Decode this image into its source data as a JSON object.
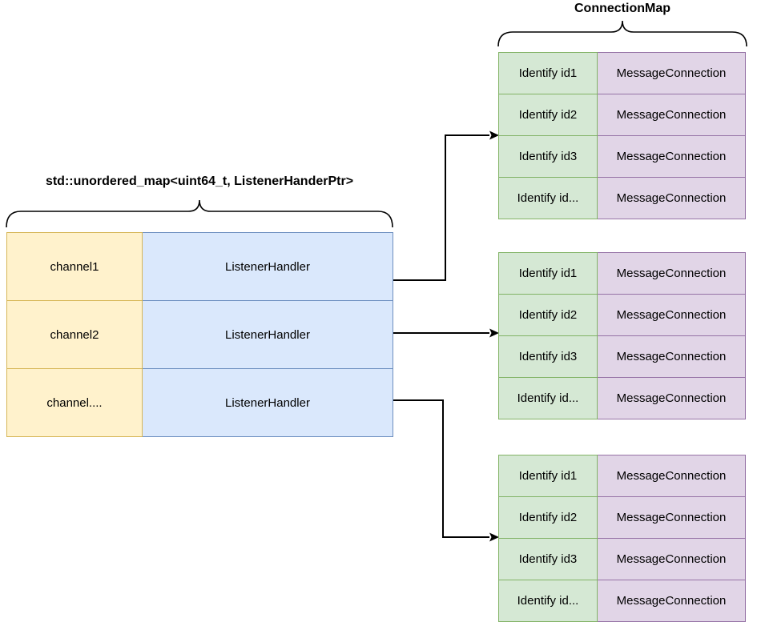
{
  "left_map": {
    "title": "std::unordered_map<uint64_t, ListenerHanderPtr>",
    "rows": [
      {
        "key": "channel1",
        "value": "ListenerHandler"
      },
      {
        "key": "channel2",
        "value": "ListenerHandler"
      },
      {
        "key": "channel....",
        "value": "ListenerHandler"
      }
    ],
    "key_cell_fill": "#FFF2CC",
    "key_cell_border": "#D6B656",
    "value_cell_fill": "#DAE8FC",
    "value_cell_border": "#6C8EBF"
  },
  "connection_map": {
    "title": "ConnectionMap",
    "tables": [
      {
        "rows": [
          {
            "key": "Identify id1",
            "value": "MessageConnection"
          },
          {
            "key": "Identify id2",
            "value": "MessageConnection"
          },
          {
            "key": "Identify id3",
            "value": "MessageConnection"
          },
          {
            "key": "Identify id...",
            "value": "MessageConnection"
          }
        ]
      },
      {
        "rows": [
          {
            "key": "Identify id1",
            "value": "MessageConnection"
          },
          {
            "key": "Identify id2",
            "value": "MessageConnection"
          },
          {
            "key": "Identify id3",
            "value": "MessageConnection"
          },
          {
            "key": "Identify id...",
            "value": "MessageConnection"
          }
        ]
      },
      {
        "rows": [
          {
            "key": "Identify id1",
            "value": "MessageConnection"
          },
          {
            "key": "Identify id2",
            "value": "MessageConnection"
          },
          {
            "key": "Identify id3",
            "value": "MessageConnection"
          },
          {
            "key": "Identify id...",
            "value": "MessageConnection"
          }
        ]
      }
    ],
    "key_cell_fill": "#D5E8D4",
    "key_cell_border": "#82B366",
    "value_cell_fill": "#E1D5E7",
    "value_cell_border": "#9673A6"
  },
  "connector_color": "#000000"
}
